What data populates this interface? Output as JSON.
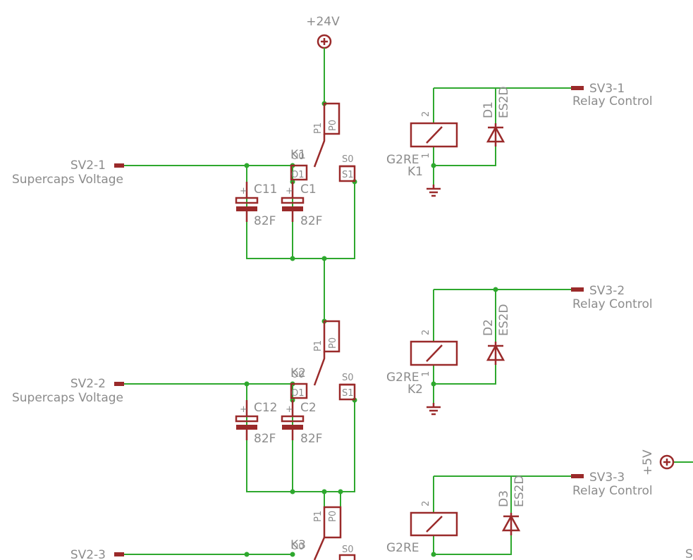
{
  "power": {
    "v24": "+24V",
    "v5": "+5V"
  },
  "inputs": [
    {
      "name": "SV2-1",
      "desc": "Supercaps Voltage"
    },
    {
      "name": "SV2-2",
      "desc": "Supercaps Voltage"
    },
    {
      "name": "SV2-3",
      "desc": ""
    }
  ],
  "outputs": [
    {
      "name": "SV3-1",
      "desc": "Relay Control"
    },
    {
      "name": "SV3-2",
      "desc": "Relay Control"
    },
    {
      "name": "SV3-3",
      "desc": "Relay Control"
    }
  ],
  "relays": [
    {
      "ref": "K1",
      "value": "G2RE",
      "coil_pin_top": "2",
      "coil_pin_bottom": "1",
      "contacts": {
        "p0": "P0",
        "p1": "P1",
        "o0": "O0",
        "o1": "O1",
        "s0": "S0",
        "s1": "S1"
      }
    },
    {
      "ref": "K2",
      "value": "G2RE",
      "coil_pin_top": "2",
      "coil_pin_bottom": "1",
      "contacts": {
        "p0": "P0",
        "p1": "P1",
        "o0": "O0",
        "o1": "O1",
        "s0": "S0",
        "s1": "S1"
      }
    },
    {
      "ref": "K3",
      "value": "G2RE",
      "coil_pin_top": "2",
      "coil_pin_bottom": "",
      "contacts": {
        "p0": "P0",
        "p1": "P1",
        "o0": "O0",
        "o1": "",
        "s0": "S0",
        "s1": ""
      }
    }
  ],
  "diodes": [
    {
      "ref": "D1",
      "value": "ES2D"
    },
    {
      "ref": "D2",
      "value": "ES2D"
    },
    {
      "ref": "D3",
      "value": "ES2D"
    }
  ],
  "capacitors": [
    {
      "ref": "C11",
      "value": "82F",
      "plus": "+"
    },
    {
      "ref": "C1",
      "value": "82F",
      "plus": "+"
    },
    {
      "ref": "C12",
      "value": "82F",
      "plus": "+"
    },
    {
      "ref": "C2",
      "value": "82F",
      "plus": "+"
    }
  ],
  "edge_label": "S"
}
